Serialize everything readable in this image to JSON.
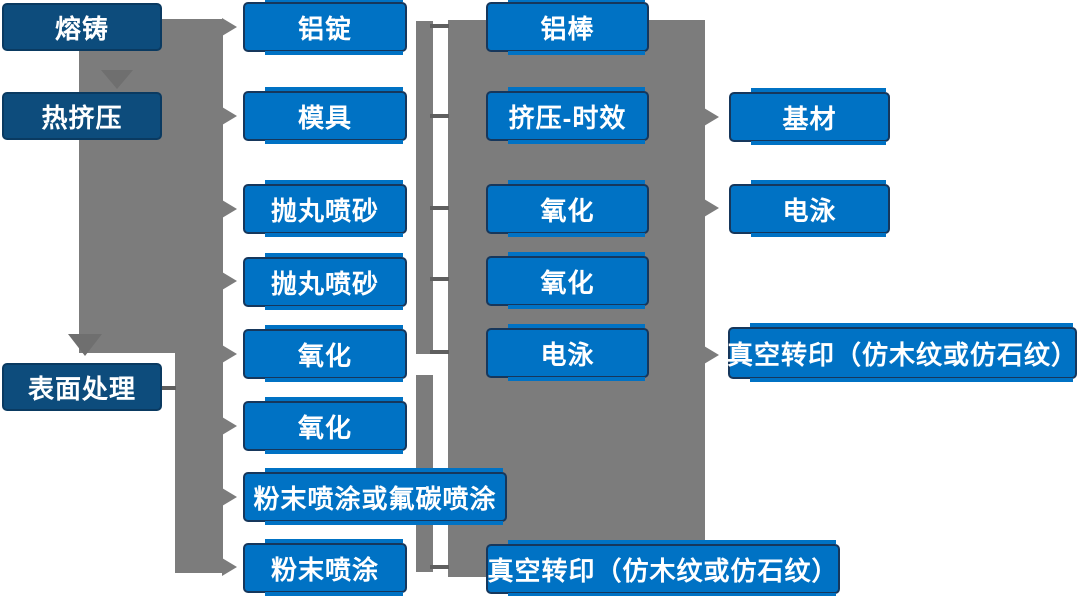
{
  "diagram": {
    "type": "flowchart",
    "nodes": {
      "col1": [
        "熔铸",
        "热挤压",
        "表面处理"
      ],
      "col2": [
        "铝锭",
        "模具",
        "抛丸喷砂",
        "抛丸喷砂",
        "氧化",
        "氧化",
        "粉末喷涂或氟碳喷涂",
        "粉末喷涂"
      ],
      "col3": [
        "铝棒",
        "挤压-时效",
        "氧化",
        "氧化",
        "电泳",
        "真空转印（仿木纹或仿石纹）"
      ],
      "col4": [
        "基材",
        "电泳",
        "真空转印（仿木纹或仿石纹）"
      ]
    },
    "edges": {
      "stage_chain": [
        "熔铸",
        "热挤压",
        "表面处理"
      ],
      "stage_trunk_to_col2": [
        "铝锭",
        "模具",
        "抛丸喷砂",
        "抛丸喷砂",
        "氧化",
        "氧化",
        "粉末喷涂或氟碳喷涂",
        "粉末喷涂"
      ],
      "col2_to_col3_paired_rows": [
        1,
        2,
        3,
        4,
        5
      ],
      "col2_lower_rows_to": "真空转印（仿木纹或仿石纹）",
      "col3_to_col4": [
        {
          "from": "挤压-时效",
          "to": "基材"
        },
        {
          "from": "氧化",
          "to": "电泳"
        },
        {
          "from": "电泳",
          "to": "真空转印（仿木纹或仿石纹）"
        }
      ]
    },
    "colors": {
      "stage_box": "#0D4C7C",
      "process_box": "#0072C4",
      "connector_gray": "#7C7C7C",
      "tick_gray": "#5F5F5F",
      "text": "#FFFFFF"
    }
  }
}
